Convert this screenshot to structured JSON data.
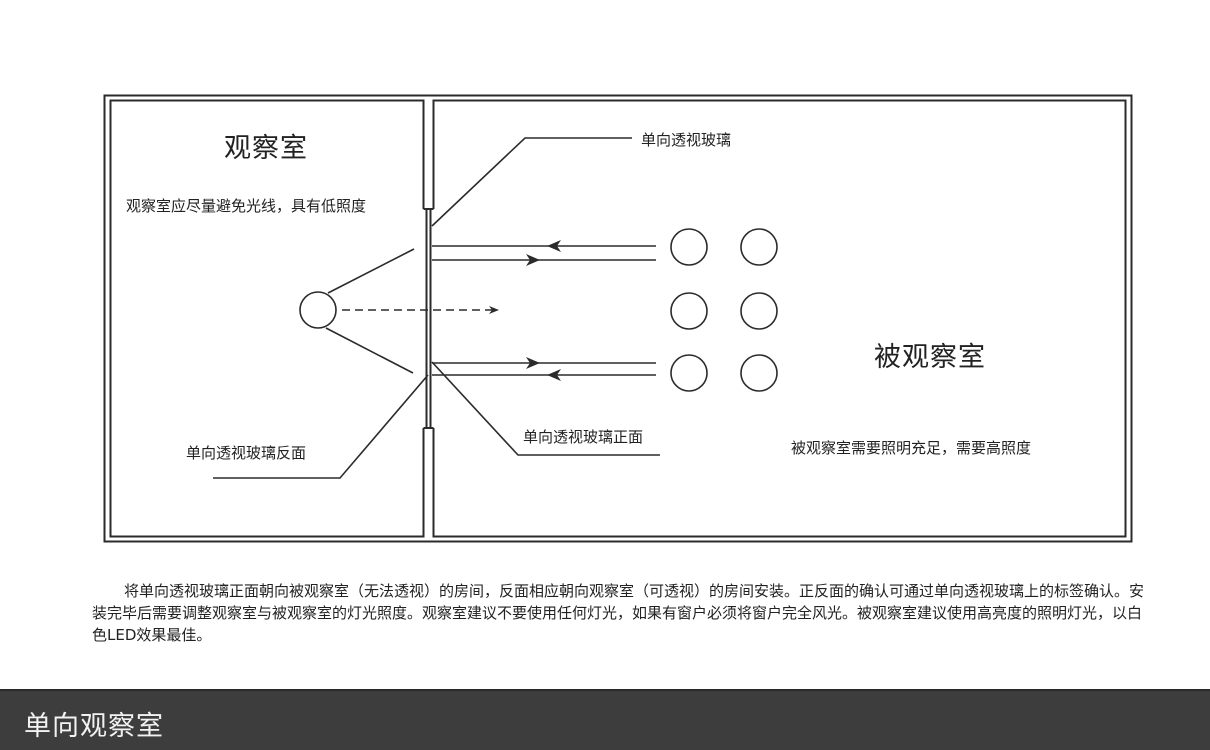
{
  "diagram": {
    "observation_room": {
      "title": "观察室",
      "note": "观察室应尽量避免光线，具有低照度"
    },
    "observed_room": {
      "title": "被观察室",
      "note": "被观察室需要照明充足，需要高照度"
    },
    "callouts": {
      "glass": "单向透视玻璃",
      "glass_back": "单向透视玻璃反面",
      "glass_front": "单向透视玻璃正面"
    },
    "colors": {
      "line": "#2b2b2b",
      "footer_bg": "#3d3d3d",
      "footer_text": "#f2f2f2"
    }
  },
  "description": "将单向透视玻璃正面朝向被观察室（无法透视）的房间，反面相应朝向观察室（可透视）的房间安装。正反面的确认可通过单向透视玻璃上的标签确认。安装完毕后需要调整观察室与被观察室的灯光照度。观察室建议不要使用任何灯光，如果有窗户必须将窗户完全风光。被观察室建议使用高亮度的照明灯光，以白色LED效果最佳。",
  "footer": {
    "title": "单向观察室"
  }
}
